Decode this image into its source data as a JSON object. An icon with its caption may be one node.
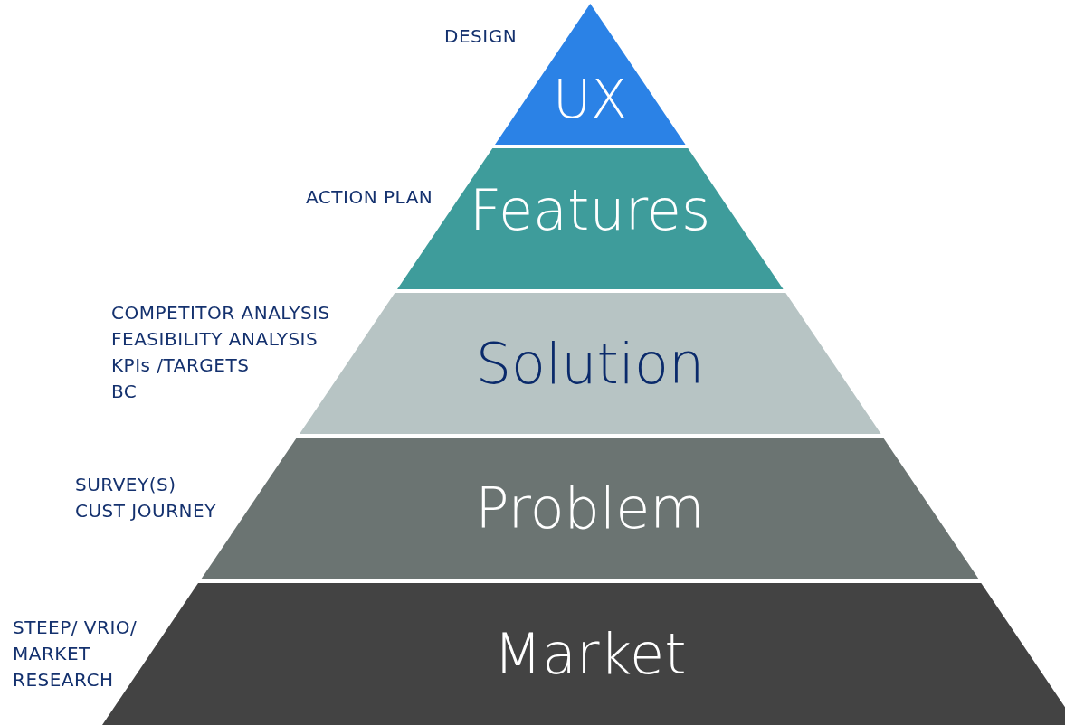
{
  "diagram": {
    "nodes": [
      {
        "text": [
          "UX"
        ],
        "beside": [
          "DESIGN"
        ]
      },
      {
        "text": [
          "Features"
        ],
        "beside": [
          "ACTION PLAN"
        ]
      },
      {
        "text": [
          "Solution"
        ],
        "beside": [
          "COMPETITOR ANALYSIS",
          "FEASIBILITY ANALYSIS",
          "KPIs /TARGETS",
          "BC"
        ]
      },
      {
        "text": [
          "Problem"
        ],
        "beside": [
          "SURVEY(S)",
          "CUST JOURNEY"
        ]
      },
      {
        "text": [
          "Market"
        ],
        "beside": [
          "STEEP/ VRIO/ MARKET RESEARCH"
        ]
      }
    ]
  }
}
